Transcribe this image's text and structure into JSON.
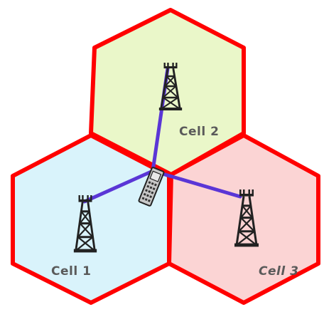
{
  "cells": [
    {
      "id": "cell-1",
      "label": "Cell 1",
      "fill": "#d9f3fb"
    },
    {
      "id": "cell-2",
      "label": "Cell 2",
      "fill": "#eaf7c9"
    },
    {
      "id": "cell-3",
      "label": "Cell 3",
      "fill": "#fbd4d4"
    }
  ],
  "colors": {
    "cell_border": "#ff0000",
    "link": "#5a36d6",
    "tower": "#222222",
    "phone": "#808080",
    "label": "#5a5a5a"
  },
  "icons": {
    "tower": "cell-tower-icon",
    "phone": "mobile-phone-icon"
  }
}
